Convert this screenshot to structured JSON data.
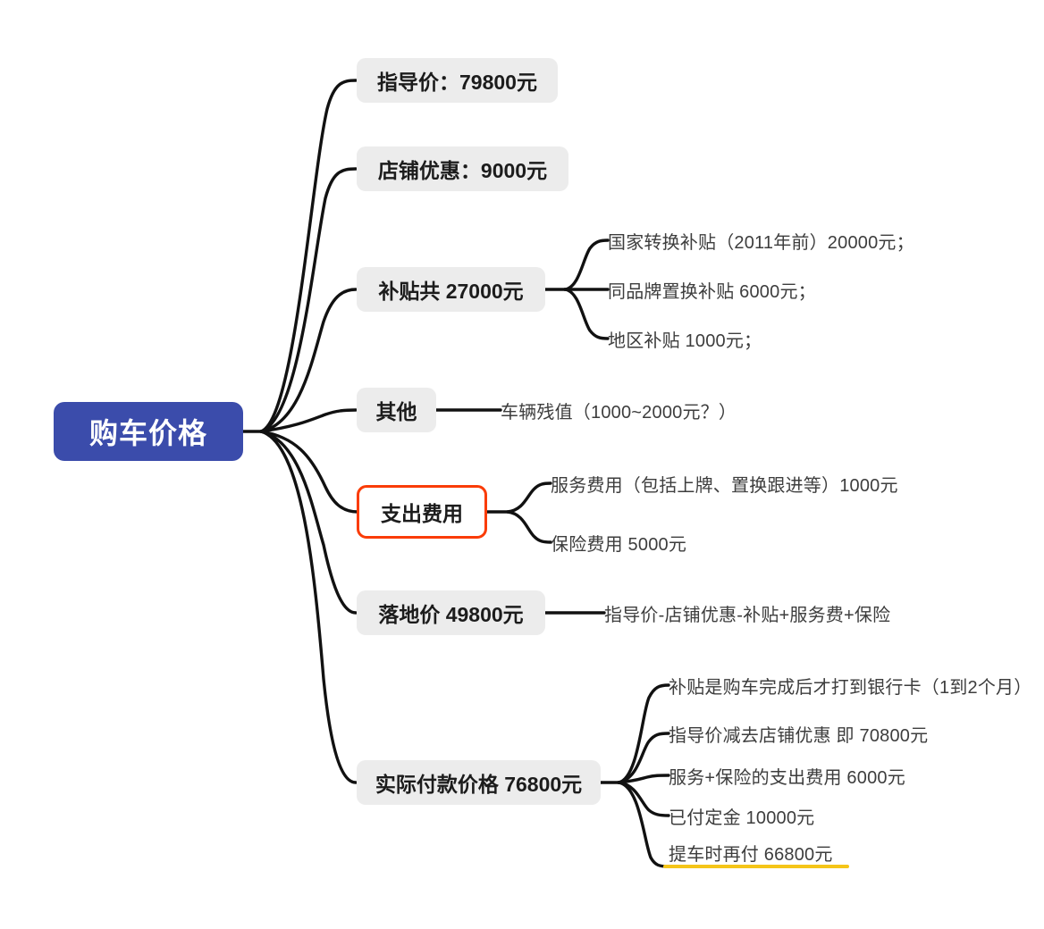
{
  "document": {
    "type": "mindmap",
    "title": "购车价格",
    "background": "#ffffff"
  },
  "colors": {
    "root_fill": "#3b4cab",
    "root_text": "#ffffff",
    "branch_fill": "#ececec",
    "branch_text": "#1c1c1c",
    "leaf_text": "#3d3d3d",
    "edge": "#111111",
    "selected_border": "#fa3c07",
    "highlight_underline": "#f5c518"
  },
  "root": {
    "label": "购车价格"
  },
  "branches": [
    {
      "id": "guide-price",
      "label": "指导价：79800元",
      "selected": false,
      "children": []
    },
    {
      "id": "store-discount",
      "label": "店铺优惠：9000元",
      "selected": false,
      "children": []
    },
    {
      "id": "subsidy-total",
      "label": "补贴共 27000元",
      "selected": false,
      "children": [
        {
          "id": "national-subsidy",
          "label": "国家转换补贴（2011年前）20000元；"
        },
        {
          "id": "same-brand-subsidy",
          "label": "同品牌置换补贴 6000元；"
        },
        {
          "id": "region-subsidy",
          "label": "地区补贴 1000元；"
        }
      ]
    },
    {
      "id": "other",
      "label": "其他",
      "selected": false,
      "children": [
        {
          "id": "residual-value",
          "label": "车辆残值（1000~2000元？）"
        }
      ]
    },
    {
      "id": "expenses",
      "label": "支出费用",
      "selected": true,
      "children": [
        {
          "id": "service-fee",
          "label": "服务费用（包括上牌、置换跟进等）1000元"
        },
        {
          "id": "insurance-fee",
          "label": "保险费用 5000元"
        }
      ]
    },
    {
      "id": "landing-price",
      "label": "落地价 49800元",
      "selected": false,
      "children": [
        {
          "id": "landing-formula",
          "label": "指导价-店铺优惠-补贴+服务费+保险"
        }
      ]
    },
    {
      "id": "actual-payment",
      "label": "实际付款价格 76800元",
      "selected": false,
      "children": [
        {
          "id": "subsidy-timing",
          "label": "补贴是购车完成后才打到银行卡（1到2个月）"
        },
        {
          "id": "after-discount",
          "label": "指导价减去店铺优惠 即 70800元"
        },
        {
          "id": "service-insurance-total",
          "label": "服务+保险的支出费用 6000元"
        },
        {
          "id": "deposit-paid",
          "label": "已付定金 10000元"
        },
        {
          "id": "pay-on-pickup",
          "label": "提车时再付 66800元",
          "highlighted": true
        }
      ]
    }
  ]
}
